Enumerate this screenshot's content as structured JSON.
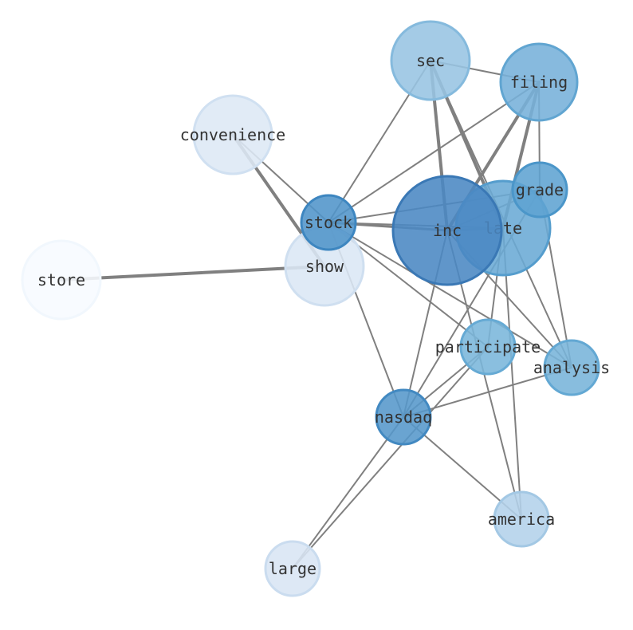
{
  "graph": {
    "nodes": [
      {
        "id": "store",
        "label": "store",
        "fill": "#f7fbff",
        "stroke": "#f1f7fd"
      },
      {
        "id": "show",
        "label": "show",
        "fill": "#dbe7f5",
        "stroke": "#cfdff0"
      },
      {
        "id": "convenience",
        "label": "convenience",
        "fill": "#dde8f5",
        "stroke": "#d0e0f1"
      },
      {
        "id": "large",
        "label": "large",
        "fill": "#d8e5f4",
        "stroke": "#cadcef"
      },
      {
        "id": "america",
        "label": "america",
        "fill": "#b3d2ea",
        "stroke": "#a3c8e4"
      },
      {
        "id": "sec",
        "label": "sec",
        "fill": "#97c4e2",
        "stroke": "#85badd"
      },
      {
        "id": "participate",
        "label": "participate",
        "fill": "#7ab6db",
        "stroke": "#66aad4"
      },
      {
        "id": "analysis",
        "label": "analysis",
        "fill": "#78b4da",
        "stroke": "#63a8d3"
      },
      {
        "id": "filing",
        "label": "filing",
        "fill": "#76b1d9",
        "stroke": "#61a5d1"
      },
      {
        "id": "late",
        "label": "late",
        "fill": "#6aaad5",
        "stroke": "#559dcd"
      },
      {
        "id": "grade",
        "label": "grade",
        "fill": "#5fa3d2",
        "stroke": "#4b96c9"
      },
      {
        "id": "nasdaq",
        "label": "nasdaq",
        "fill": "#5597cb",
        "stroke": "#4289c1"
      },
      {
        "id": "stock",
        "label": "stock",
        "fill": "#5094ca",
        "stroke": "#3d86c0"
      },
      {
        "id": "inc",
        "label": "inc",
        "fill": "#4a87c3",
        "stroke": "#3a78b5"
      }
    ],
    "edges": [
      {
        "source": "store",
        "target": "show",
        "weight": 4
      },
      {
        "source": "convenience",
        "target": "show",
        "weight": 4
      },
      {
        "source": "convenience",
        "target": "stock",
        "weight": 2
      },
      {
        "source": "stock",
        "target": "inc",
        "weight": 3
      },
      {
        "source": "stock",
        "target": "late",
        "weight": 2
      },
      {
        "source": "stock",
        "target": "grade",
        "weight": 2
      },
      {
        "source": "stock",
        "target": "sec",
        "weight": 2
      },
      {
        "source": "stock",
        "target": "filing",
        "weight": 2
      },
      {
        "source": "stock",
        "target": "nasdaq",
        "weight": 2
      },
      {
        "source": "stock",
        "target": "participate",
        "weight": 2
      },
      {
        "source": "stock",
        "target": "analysis",
        "weight": 2
      },
      {
        "source": "sec",
        "target": "filing",
        "weight": 2
      },
      {
        "source": "sec",
        "target": "inc",
        "weight": 4
      },
      {
        "source": "sec",
        "target": "late",
        "weight": 4
      },
      {
        "source": "sec",
        "target": "analysis",
        "weight": 2
      },
      {
        "source": "filing",
        "target": "inc",
        "weight": 4
      },
      {
        "source": "filing",
        "target": "late",
        "weight": 4
      },
      {
        "source": "filing",
        "target": "grade",
        "weight": 2
      },
      {
        "source": "inc",
        "target": "late",
        "weight": 3
      },
      {
        "source": "inc",
        "target": "grade",
        "weight": 2
      },
      {
        "source": "inc",
        "target": "nasdaq",
        "weight": 2
      },
      {
        "source": "inc",
        "target": "america",
        "weight": 2
      },
      {
        "source": "inc",
        "target": "analysis",
        "weight": 2
      },
      {
        "source": "late",
        "target": "participate",
        "weight": 2
      },
      {
        "source": "grade",
        "target": "analysis",
        "weight": 2
      },
      {
        "source": "grade",
        "target": "nasdaq",
        "weight": 2
      },
      {
        "source": "late",
        "target": "america",
        "weight": 2
      },
      {
        "source": "participate",
        "target": "nasdaq",
        "weight": 2
      },
      {
        "source": "participate",
        "target": "large",
        "weight": 2
      },
      {
        "source": "nasdaq",
        "target": "large",
        "weight": 2
      },
      {
        "source": "nasdaq",
        "target": "analysis",
        "weight": 2
      },
      {
        "source": "nasdaq",
        "target": "america",
        "weight": 2
      }
    ]
  }
}
